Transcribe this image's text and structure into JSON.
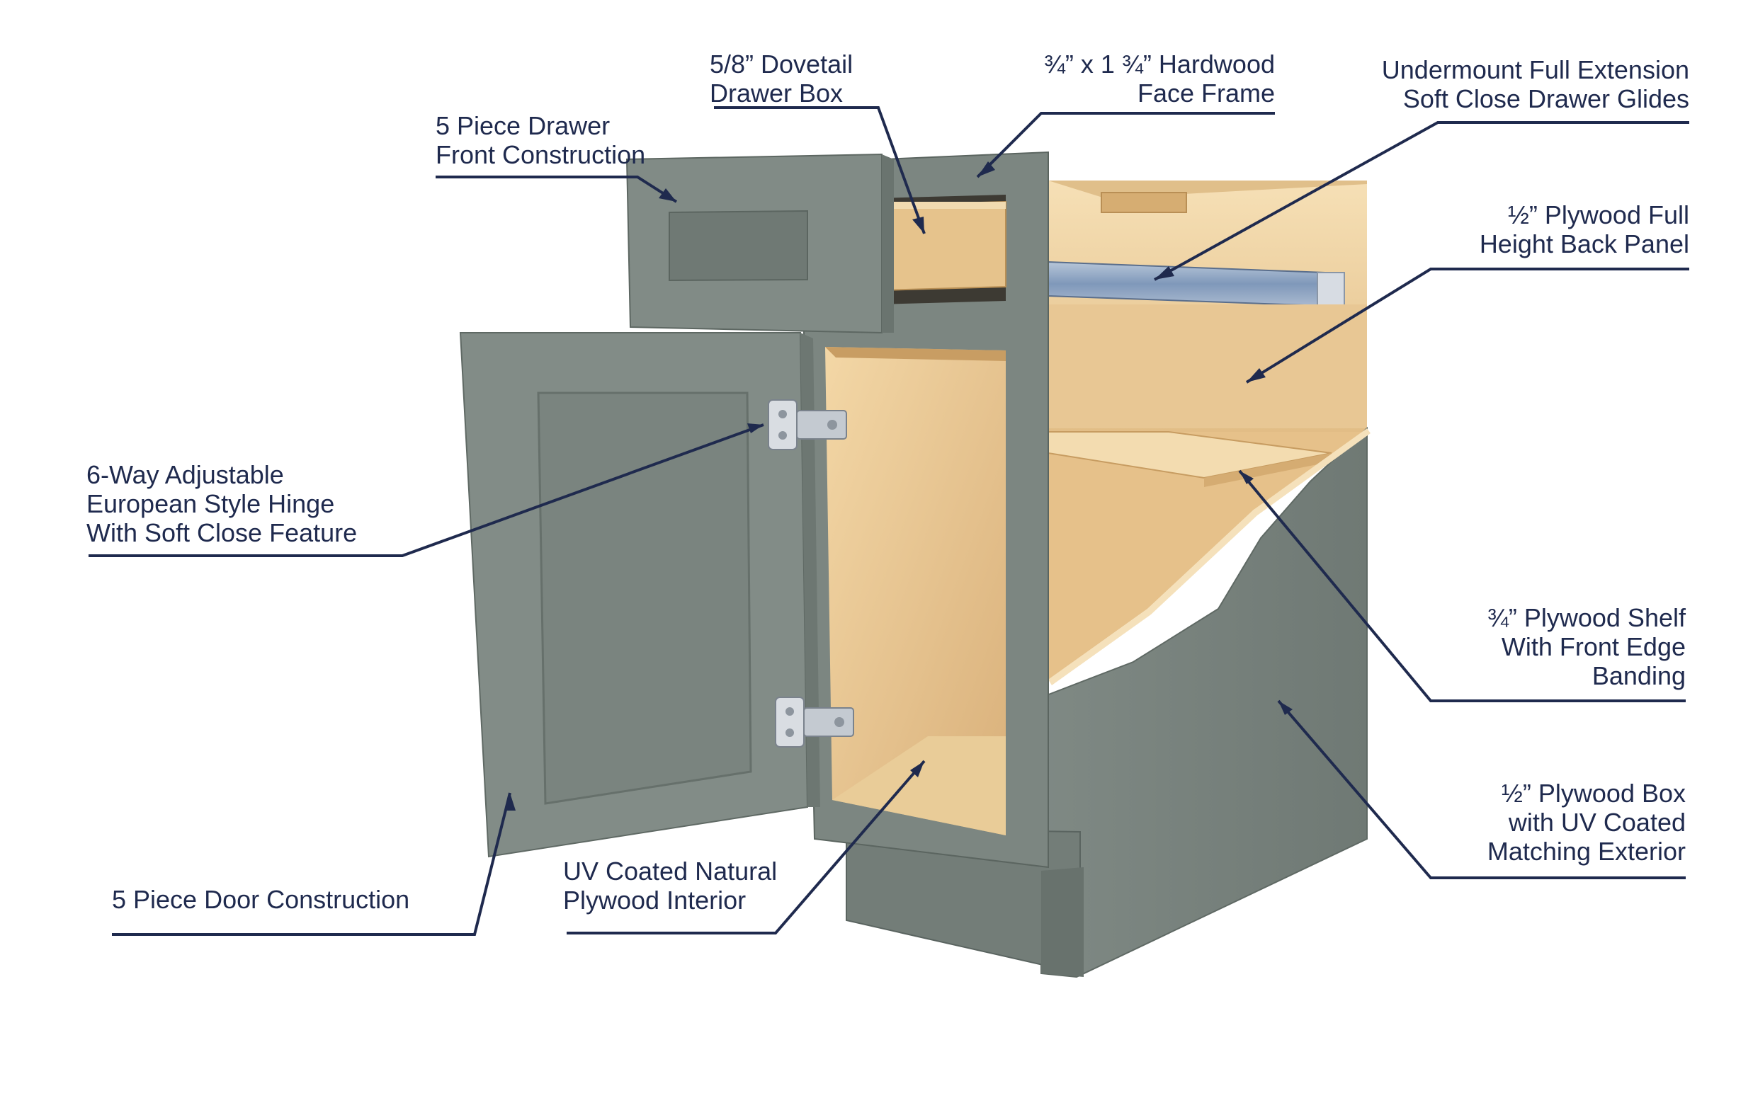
{
  "callouts": [
    {
      "id": "drawer-front",
      "lines": [
        "5 Piece Drawer",
        "Front Construction"
      ]
    },
    {
      "id": "drawer-box",
      "lines": [
        "5/8” Dovetail",
        "Drawer Box"
      ]
    },
    {
      "id": "face-frame",
      "lines": [
        "¾” x 1 ¾” Hardwood",
        "Face Frame"
      ]
    },
    {
      "id": "drawer-glides",
      "lines": [
        "Undermount Full Extension",
        "Soft Close Drawer Glides"
      ]
    },
    {
      "id": "back-panel",
      "lines": [
        "½” Plywood Full",
        "Height Back Panel"
      ]
    },
    {
      "id": "hinge",
      "lines": [
        "6-Way Adjustable",
        "European Style Hinge",
        "With Soft Close Feature"
      ]
    },
    {
      "id": "shelf",
      "lines": [
        "¾” Plywood Shelf",
        "With Front Edge",
        "Banding"
      ]
    },
    {
      "id": "box",
      "lines": [
        "½” Plywood Box",
        "with UV Coated",
        "Matching Exterior"
      ]
    },
    {
      "id": "door",
      "lines": [
        "5 Piece Door Construction"
      ]
    },
    {
      "id": "interior",
      "lines": [
        "UV Coated Natural",
        "Plywood Interior"
      ]
    }
  ],
  "colors": {
    "leader": "#1f2a4e",
    "cabinet_gray": "#7b8580",
    "cabinet_gray_dark": "#66706b",
    "cabinet_gray_light": "#8d9792",
    "plywood": "#e8c894",
    "plywood_dark": "#cfa66a",
    "glide_metal": "#8fa6c4"
  }
}
